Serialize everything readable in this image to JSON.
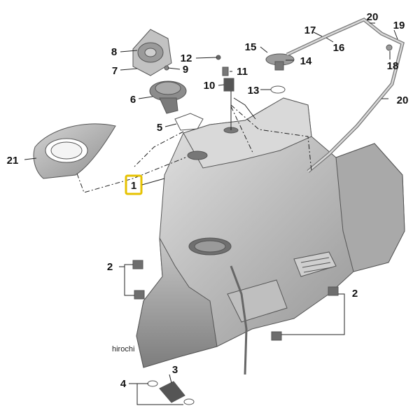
{
  "diagram": {
    "callouts": {
      "c1": "1",
      "c2a": "2",
      "c2b": "2",
      "c3": "3",
      "c4": "4",
      "c5": "5",
      "c6": "6",
      "c7": "7",
      "c8": "8",
      "c9": "9",
      "c10": "10",
      "c11": "11",
      "c12": "12",
      "c13": "13",
      "c14": "14",
      "c15": "15",
      "c16": "16",
      "c17": "17",
      "c18": "18",
      "c19": "19",
      "c20a": "20",
      "c20b": "20",
      "c21": "21"
    },
    "watermark": "hirochi",
    "highlight_color": "#e6c200"
  }
}
